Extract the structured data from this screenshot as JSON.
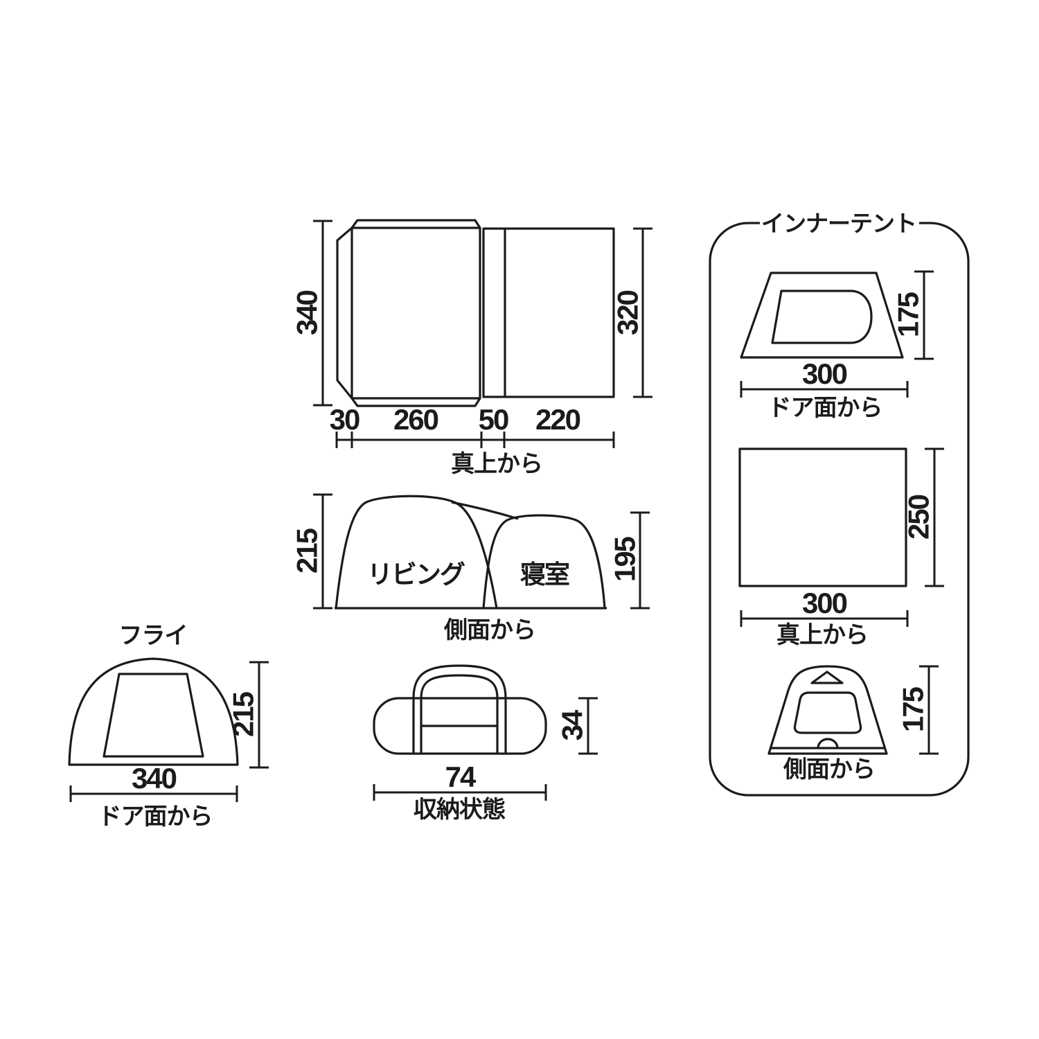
{
  "colors": {
    "line": "#1b1b1b",
    "background": "#ffffff"
  },
  "tent_diagram": {
    "top_view": {
      "caption": "真上から",
      "height_left": "340",
      "height_right": "320",
      "widths": [
        "30",
        "260",
        "50",
        "220"
      ]
    },
    "side_view": {
      "caption": "側面から",
      "living_label": "リビング",
      "bedroom_label": "寝室",
      "height_left": "215",
      "height_right": "195"
    },
    "fly_view": {
      "title": "フライ",
      "caption": "ドア面から",
      "height": "215",
      "width": "340"
    },
    "packed_view": {
      "caption": "収納状態",
      "height": "34",
      "width": "74"
    },
    "inner_tent": {
      "title": "インナーテント",
      "door_view": {
        "caption": "ドア面から",
        "height": "175",
        "width": "300"
      },
      "top_view": {
        "caption": "真上から",
        "height": "250",
        "width": "300"
      },
      "side_view": {
        "caption": "側面から",
        "height": "175"
      }
    }
  }
}
